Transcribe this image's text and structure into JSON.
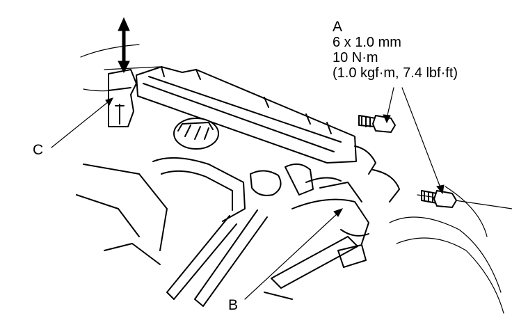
{
  "callouts": {
    "a": "A",
    "b": "B",
    "c": "C"
  },
  "bolt_spec": {
    "size": "6 x 1.0 mm",
    "torque_nm": "10 N·m",
    "torque_alt": "(1.0 kgf·m, 7.4 lbf·ft)"
  }
}
